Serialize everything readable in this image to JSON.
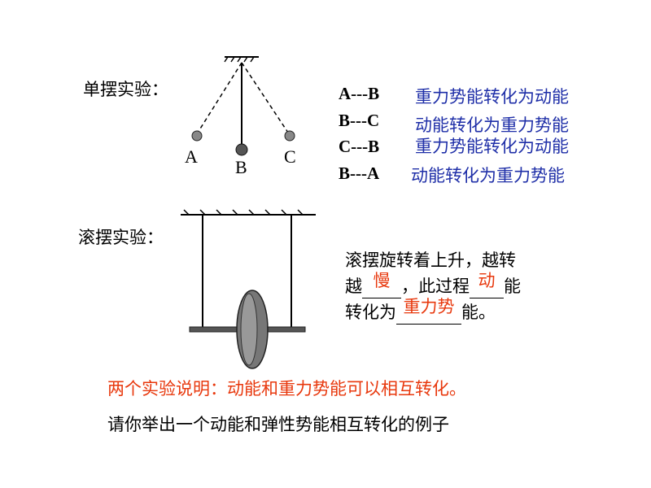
{
  "colors": {
    "blue": "#1F2FA8",
    "red": "#E8380D"
  },
  "pendulum": {
    "title": "单摆实验：",
    "points": {
      "a": "A",
      "b": "B",
      "c": "C"
    },
    "rows": [
      {
        "segment": "A---B",
        "desc": "重力势能转化为动能"
      },
      {
        "segment": "B---C",
        "desc": "动能转化为重力势能"
      },
      {
        "segment": "C---B",
        "desc": "重力势能转化为动能"
      },
      {
        "segment": "B---A",
        "desc": "动能转化为重力势能"
      }
    ]
  },
  "maxwell": {
    "title": "滚摆实验：",
    "line1": "滚摆旋转着上升，越转",
    "line2_prefix": "越",
    "answer1": "慢",
    "line2_mid": "，此过程",
    "answer2": "动",
    "line2_suffix": "能",
    "line3_prefix": "转化为",
    "answer3": "重力势",
    "line3_suffix": "能。"
  },
  "conclusion": "两个实验说明：动能和重力势能可以相互转化。",
  "question": "请你举出一个动能和弹性势能相互转化的例子"
}
